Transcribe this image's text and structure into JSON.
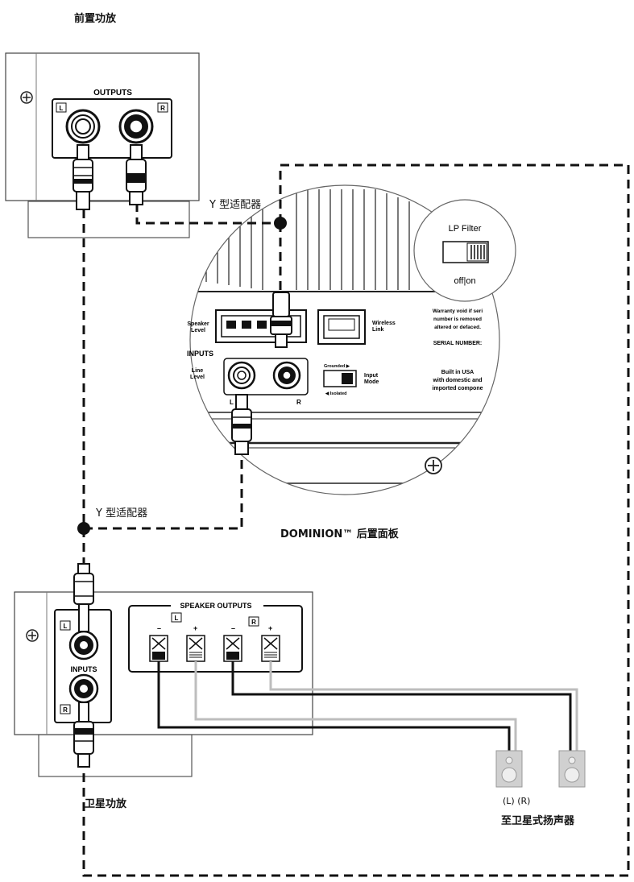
{
  "labels": {
    "preamp_title": "前置功放",
    "y_adapter_top": "Y 型适配器",
    "y_adapter_bottom": "Y 型适配器",
    "dominion_panel": "DOMINION™ 后置面板",
    "satellite_amp": "卫星功放",
    "to_satellite_speakers": "至卫星式扬声器",
    "speaker_lr": "(L) (R)"
  },
  "preamp": {
    "outputs_label": "OUTPUTS",
    "left_tag": "L",
    "right_tag": "R"
  },
  "dominion": {
    "lp_filter_label": "LP Filter",
    "lp_filter_state": "off|on",
    "speaker_level_label": "Speaker\nLevel",
    "inputs_label": "INPUTS",
    "line_level_label": "Line\nLevel",
    "jack_left_label": "L",
    "jack_right_label": "R",
    "wireless_link_label": "Wireless\nLink",
    "grounded_label": "Grounded ▶",
    "isolated_label": "◀ Isolated",
    "input_mode_label": "Input\nMode",
    "warranty_line1": "Warranty void if seri",
    "warranty_line2": "number is removed",
    "warranty_line3": "altered or defaced.",
    "serial_number_label": "SERIAL NUMBER:",
    "built_line1": "Built in USA",
    "built_line2": "with domestic and",
    "built_line3": "imported compone"
  },
  "satellite": {
    "inputs_label": "INPUTS",
    "left_tag": "L",
    "right_tag": "R",
    "speaker_outputs_label": "SPEAKER OUTPUTS",
    "minus": "–",
    "plus": "+"
  }
}
